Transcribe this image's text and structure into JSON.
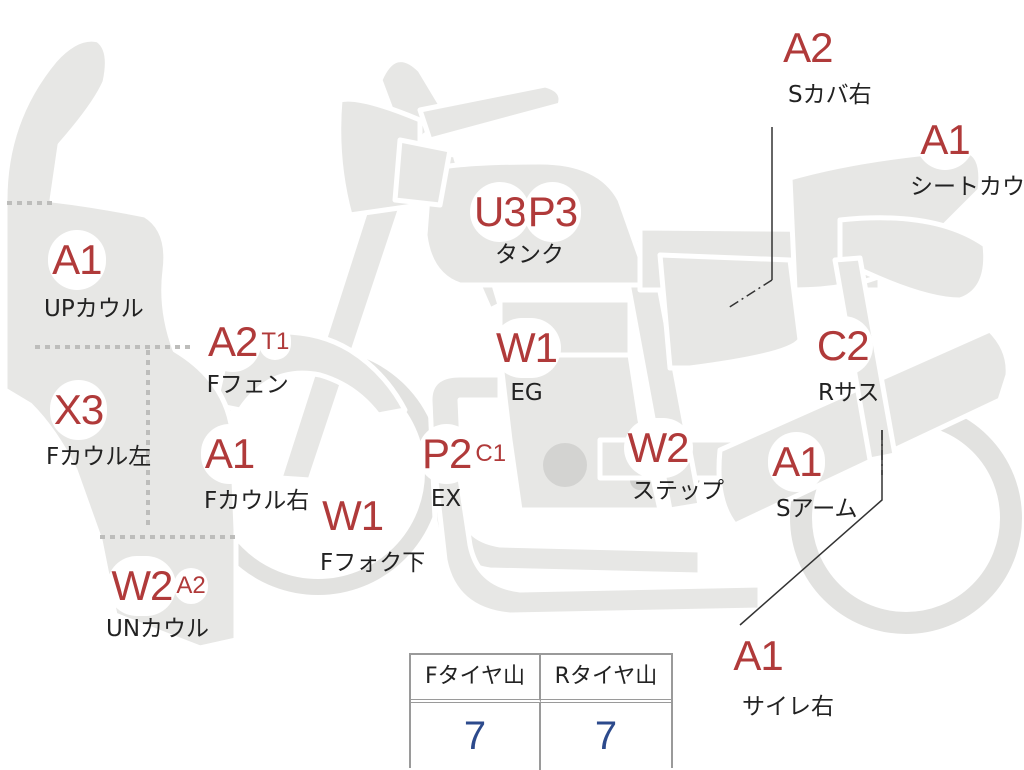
{
  "tags": [
    {
      "id": "up-cowl",
      "code": "A1",
      "label": "UPカウル"
    },
    {
      "id": "f-cowl-left",
      "code": "X3",
      "label": "Fカウル左"
    },
    {
      "id": "f-cowl-right",
      "code": "A1",
      "label": "Fカウル右"
    },
    {
      "id": "un-cowl",
      "code": "W2",
      "sub": "A2",
      "label": "UNカウル"
    },
    {
      "id": "f-fender",
      "code": "A2",
      "sub": "T1",
      "label": "Fフェン"
    },
    {
      "id": "f-fork-lower",
      "code": "W1",
      "label": "Fフォク下"
    },
    {
      "id": "tank",
      "code": "U3",
      "code2": "P3",
      "label": "タンク"
    },
    {
      "id": "engine",
      "code": "W1",
      "label": "EG"
    },
    {
      "id": "exhaust",
      "code": "P2",
      "sub": "C1",
      "label": "EX"
    },
    {
      "id": "step",
      "code": "W2",
      "label": "ステップ"
    },
    {
      "id": "swing-arm",
      "code": "A1",
      "label": "Sアーム"
    },
    {
      "id": "rear-suspension",
      "code": "C2",
      "label": "Rサス"
    },
    {
      "id": "side-cover-right",
      "code": "A2",
      "label": "Sカバ右"
    },
    {
      "id": "seat-cowl",
      "code": "A1",
      "label": "シートカウル"
    },
    {
      "id": "silencer-right",
      "code": "A1",
      "label": "サイレ右"
    }
  ],
  "tire_table": {
    "headers": [
      "Fタイヤ山",
      "Rタイヤ山"
    ],
    "values": [
      "7",
      "7"
    ]
  }
}
